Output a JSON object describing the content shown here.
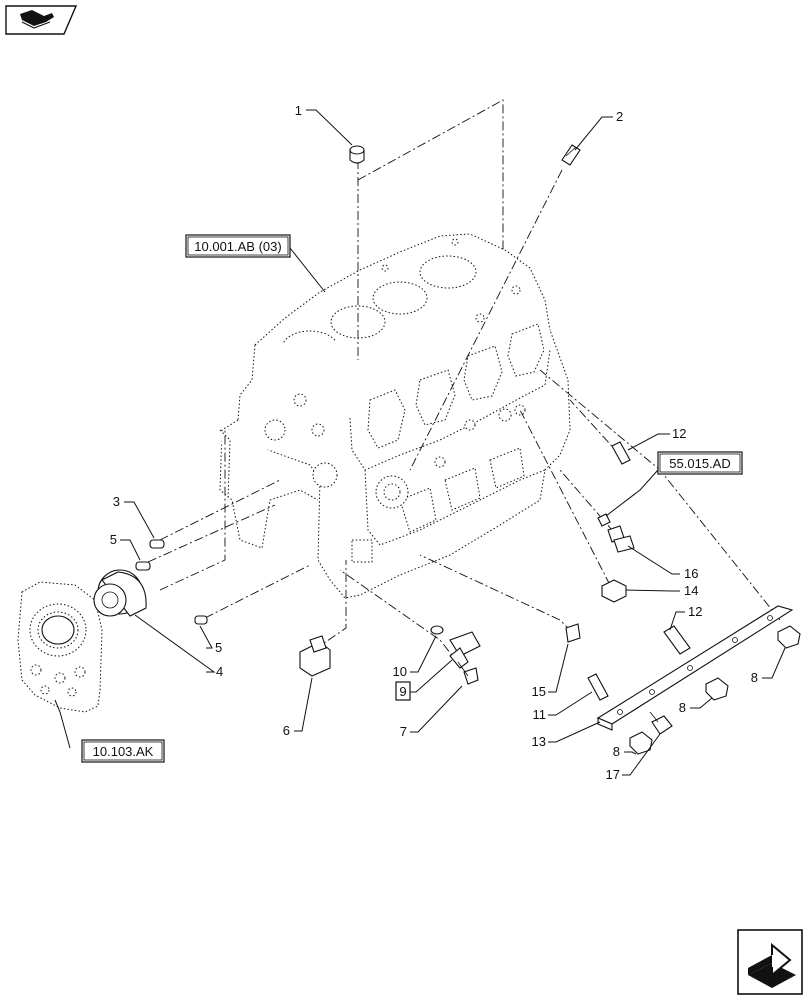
{
  "diagram": {
    "reference_labels": {
      "block": "10.001.AB (03)",
      "rear_cover": "10.103.AK",
      "sensor": "55.015.AD"
    },
    "callouts": {
      "c1": "1",
      "c2": "2",
      "c3": "3",
      "c4": "4",
      "c5a": "5",
      "c5b": "5",
      "c6": "6",
      "c7": "7",
      "c8a": "8",
      "c8b": "8",
      "c8c": "8",
      "c9": "9",
      "c10": "10",
      "c11": "11",
      "c12a": "12",
      "c12b": "12",
      "c13": "13",
      "c14": "14",
      "c15": "15",
      "c16": "16",
      "c17": "17"
    }
  },
  "icons": {
    "top_left": "book-icon",
    "bottom_right": "next-page-icon"
  }
}
